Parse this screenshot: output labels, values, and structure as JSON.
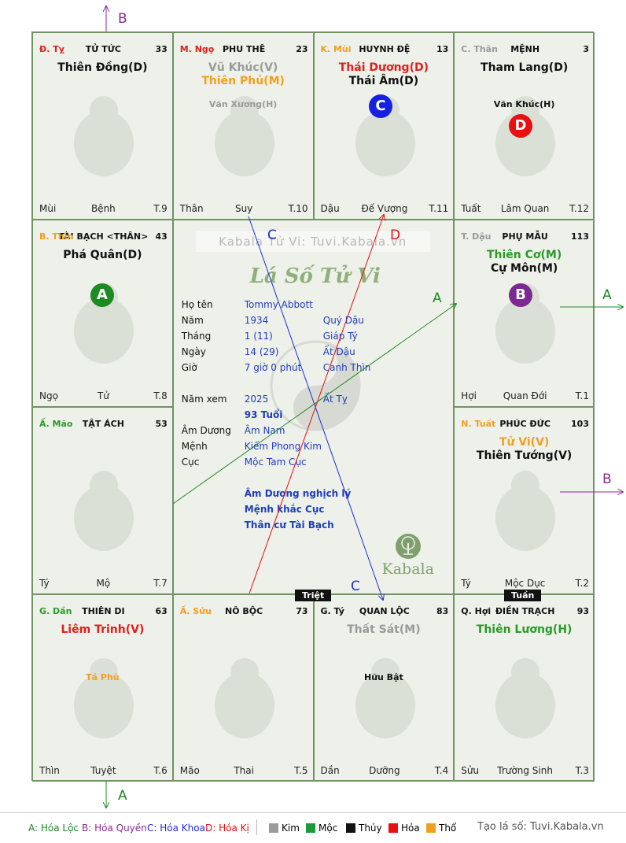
{
  "palaces": [
    {
      "id": "ty",
      "can": "Đ. Tỵ",
      "can_color": "#e0201c",
      "name": "TỬ TỨC",
      "age": "33",
      "stars": [
        {
          "t": "Thiên Đồng(D)",
          "c": "#111111"
        }
      ],
      "minor": [],
      "foot_l": "Mùi",
      "foot_m": "Bệnh",
      "foot_r": "T.9"
    },
    {
      "id": "ngo",
      "can": "M. Ngọ",
      "can_color": "#e0201c",
      "name": "PHU THÊ",
      "age": "23",
      "stars": [
        {
          "t": "Vũ Khúc(V)",
          "c": "#9a9a9a"
        },
        {
          "t": "Thiên Phủ(M)",
          "c": "#f0a020"
        }
      ],
      "minor": [
        {
          "t": "Văn Xương(H)",
          "c": "#9a9a9a"
        }
      ],
      "foot_l": "Thân",
      "foot_m": "Suy",
      "foot_r": "T.10"
    },
    {
      "id": "mui",
      "can": "K. Mùi",
      "can_color": "#f0a020",
      "name": "HUYNH ĐỆ",
      "age": "13",
      "stars": [
        {
          "t": "Thái Dương(D)",
          "c": "#e0201c"
        },
        {
          "t": "Thái Âm(D)",
          "c": "#111111"
        }
      ],
      "minor": [],
      "foot_l": "Dậu",
      "foot_m": "Đế Vượng",
      "foot_r": "T.11"
    },
    {
      "id": "than",
      "can": "C. Thân",
      "can_color": "#9a9a9a",
      "name": "MỆNH",
      "age": "3",
      "stars": [
        {
          "t": "Tham Lang(D)",
          "c": "#111111"
        }
      ],
      "minor": [
        {
          "t": "Văn Khúc(H)",
          "c": "#111111"
        }
      ],
      "foot_l": "Tuất",
      "foot_m": "Lâm Quan",
      "foot_r": "T.12"
    },
    {
      "id": "thin_left",
      "can": "B. Thìn",
      "can_color": "#f0a020",
      "name": "TÀI BẠCH <THÂN>",
      "age": "43",
      "stars": [
        {
          "t": "Phá Quân(D)",
          "c": "#111111"
        }
      ],
      "minor": [],
      "foot_l": "Ngọ",
      "foot_m": "Tử",
      "foot_r": "T.8"
    },
    {
      "id": "dau",
      "can": "T. Dậu",
      "can_color": "#9a9a9a",
      "name": "PHỤ MẪU",
      "age": "113",
      "stars": [
        {
          "t": "Thiên Cơ(M)",
          "c": "#2a9a2a"
        },
        {
          "t": "Cự Môn(M)",
          "c": "#111111"
        }
      ],
      "minor": [],
      "foot_l": "Hợi",
      "foot_m": "Quan Đới",
      "foot_r": "T.1"
    },
    {
      "id": "mao",
      "can": "Ấ. Mão",
      "can_color": "#2a9a2a",
      "name": "TẬT ÁCH",
      "age": "53",
      "stars": [],
      "minor": [],
      "foot_l": "Tý",
      "foot_m": "Mộ",
      "foot_r": "T.7"
    },
    {
      "id": "tuat",
      "can": "N. Tuất",
      "can_color": "#f0a020",
      "name": "PHÚC ĐỨC",
      "age": "103",
      "stars": [
        {
          "t": "Tử Vi(V)",
          "c": "#f0a020"
        },
        {
          "t": "Thiên Tướng(V)",
          "c": "#111111"
        }
      ],
      "minor": [],
      "foot_l": "Tý",
      "foot_m": "Mộc Dục",
      "foot_r": "T.2"
    },
    {
      "id": "dan",
      "can": "G. Dần",
      "can_color": "#2a9a2a",
      "name": "THIÊN DI",
      "age": "63",
      "stars": [
        {
          "t": "Liêm Trinh(V)",
          "c": "#e0201c"
        }
      ],
      "minor": [
        {
          "t": "Tả Phù",
          "c": "#f0a020"
        }
      ],
      "foot_l": "Thìn",
      "foot_m": "Tuyệt",
      "foot_r": "T.6"
    },
    {
      "id": "suu",
      "can": "Ấ. Sửu",
      "can_color": "#f0a020",
      "name": "NÔ BỘC",
      "age": "73",
      "stars": [],
      "minor": [],
      "foot_l": "Mão",
      "foot_m": "Thai",
      "foot_r": "T.5"
    },
    {
      "id": "ty_rat",
      "can": "G. Tý",
      "can_color": "#111111",
      "name": "QUAN LỘC",
      "age": "83",
      "stars": [
        {
          "t": "Thất Sát(M)",
          "c": "#9a9a9a"
        }
      ],
      "minor": [
        {
          "t": "Hữu Bật",
          "c": "#111111"
        }
      ],
      "foot_l": "Dần",
      "foot_m": "Dưỡng",
      "foot_r": "T.4"
    },
    {
      "id": "hoi",
      "can": "Q. Hợi",
      "can_color": "#111111",
      "name": "ĐIỀN TRẠCH",
      "age": "93",
      "stars": [
        {
          "t": "Thiên Lương(H)",
          "c": "#2a9a2a"
        }
      ],
      "minor": [],
      "foot_l": "Sửu",
      "foot_m": "Trường Sinh",
      "foot_r": "T.3"
    }
  ],
  "circles": {
    "A": {
      "label": "A",
      "color": "#1e8a22"
    },
    "B": {
      "label": "B",
      "color": "#7a2a90"
    },
    "C": {
      "label": "C",
      "color": "#1620e0"
    },
    "D": {
      "label": "D",
      "color": "#e81010"
    }
  },
  "tags": {
    "triet": "Triệt",
    "tuan": "Tuần"
  },
  "center": {
    "watermark": "Kabala Tử Vi: Tuvi.Kabala.vn",
    "title": "Lá Số Tử Vi",
    "rows": [
      {
        "k": "Họ tên",
        "v1": "Tommy Abbott",
        "v2": ""
      },
      {
        "k": "Năm",
        "v1": "1934",
        "v2": "Quý Dậu"
      },
      {
        "k": "Tháng",
        "v1": "1  (11)",
        "v2": "Giáp Tý"
      },
      {
        "k": "Ngày",
        "v1": "14  (29)",
        "v2": "Ất Dậu"
      },
      {
        "k": "Giờ",
        "v1": "7 giờ 0 phút",
        "v2": "Canh Thìn"
      }
    ],
    "namxem_label": "Năm xem",
    "namxem_year": "2025",
    "namxem_can": "Ất Tỵ",
    "tuoi": "93 Tuổi",
    "rows2": [
      {
        "k": "Âm Dương",
        "v1": "Âm Nam"
      },
      {
        "k": "Mệnh",
        "v1": "Kiếm Phong Kim"
      },
      {
        "k": "Cục",
        "v1": "Mộc Tam Cục"
      }
    ],
    "notes": [
      "Âm Dương nghịch lý",
      "Mệnh khắc Cục",
      "Thân cư Tài Bạch"
    ],
    "logo_text": "Kabala"
  },
  "arrow_labels": {
    "A": "A",
    "B": "B",
    "C": "C",
    "D": "D"
  },
  "legend": {
    "hoa_loc": "A: Hóa Lộc",
    "hoa_quyen": "B: Hóa Quyền",
    "hoa_khoa": "C: Hóa Khoa",
    "hoa_ki": "D: Hóa Kị",
    "elements": [
      {
        "name": "Kim",
        "color": "#9a9a9a"
      },
      {
        "name": "Mộc",
        "color": "#1e9a3a"
      },
      {
        "name": "Thủy",
        "color": "#111111"
      },
      {
        "name": "Hỏa",
        "color": "#e81010"
      },
      {
        "name": "Thổ",
        "color": "#f0a020"
      }
    ],
    "site": "Tạo lá số: Tuvi.Kabala.vn"
  }
}
